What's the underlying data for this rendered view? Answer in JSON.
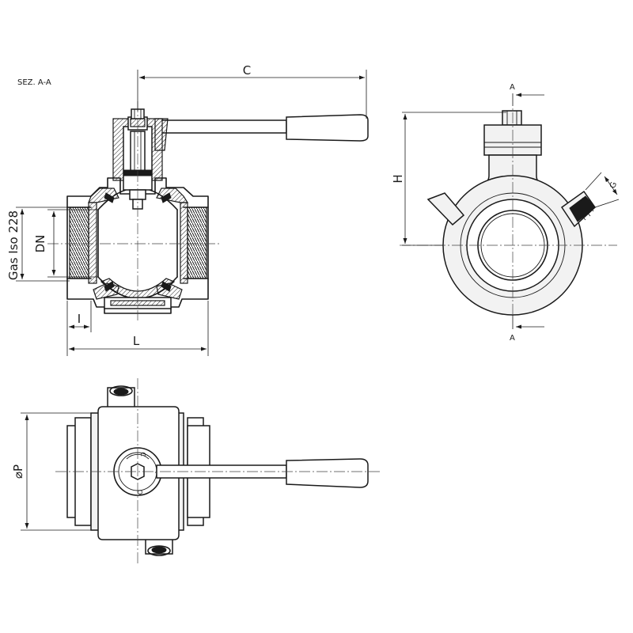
{
  "section_title": "SEZ. A-A",
  "dimensions": {
    "c": "C",
    "l": "L",
    "i": "I",
    "dn": "DN",
    "gas": "Gas Iso 228",
    "h": "H",
    "g": "G",
    "p": "⌀P"
  },
  "section_marks": {
    "top": "A",
    "bottom": "A"
  },
  "handle_markings": {
    "closed": "C",
    "open": "O",
    "sign": "⪦"
  }
}
